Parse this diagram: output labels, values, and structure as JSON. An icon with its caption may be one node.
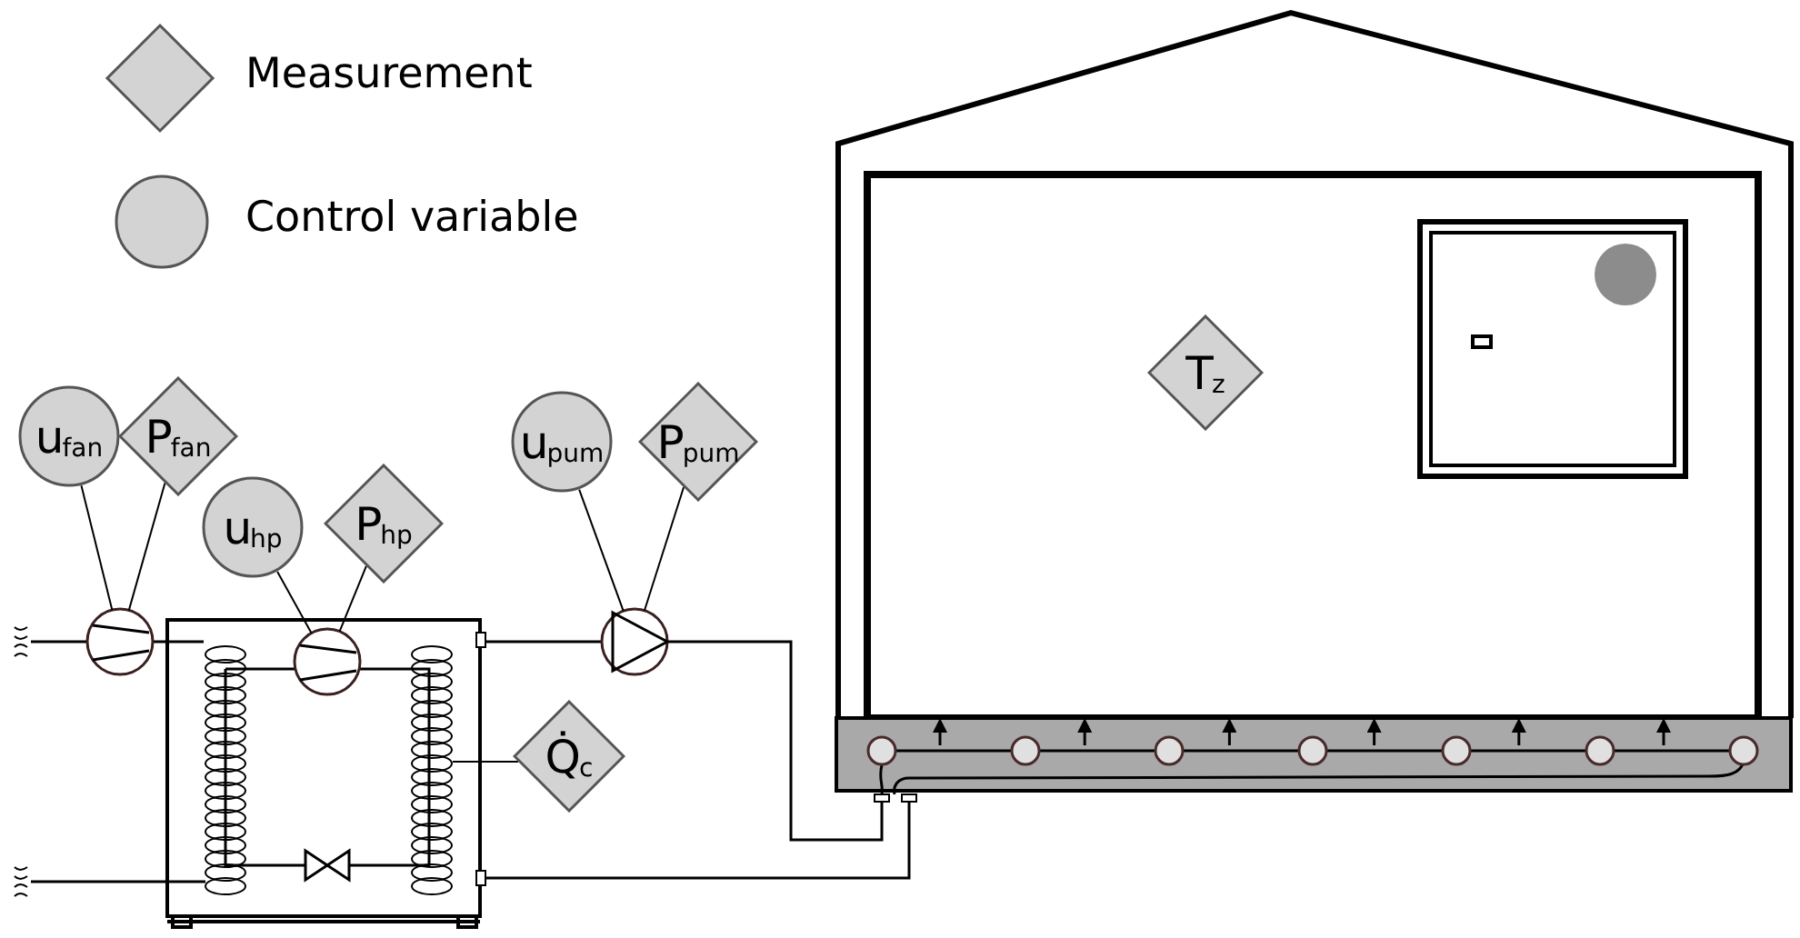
{
  "diagram": {
    "nodes": [
      {
        "text": [
          "u$_{fan}$"
        ]
      },
      {
        "text": [
          "P$_{fan}$"
        ]
      },
      {
        "text": [
          "u$_{hp}$"
        ]
      },
      {
        "text": [
          "P$_{hp}$"
        ]
      },
      {
        "text": [
          "u$_{pum}$"
        ]
      },
      {
        "text": [
          "P$_{pum}$"
        ]
      },
      {
        "text": [
          "Q̇$_{c}$"
        ]
      },
      {
        "text": [
          "T$_{z}$"
        ]
      },
      {
        "text": [],
        "shape": "circle"
      },
      {
        "text": [],
        "shape": "circle"
      },
      {
        "text": [],
        "shape": "circle"
      },
      {
        "text": [],
        "shape": "coil"
      }
    ],
    "edges": [
      {
        "from": 0,
        "to": 8,
        "arrow": "none"
      },
      {
        "from": 1,
        "to": 8,
        "arrow": "none"
      },
      {
        "from": 2,
        "to": 9,
        "arrow": "none"
      },
      {
        "from": 3,
        "to": 9,
        "arrow": "none"
      },
      {
        "from": 4,
        "to": 10,
        "arrow": "none"
      },
      {
        "from": 5,
        "to": 10,
        "arrow": "none"
      },
      {
        "from": 6,
        "to": 11,
        "arrow": "none"
      }
    ],
    "legend": [
      {
        "text": "Measurement"
      },
      {
        "text": "Control variable"
      }
    ]
  }
}
